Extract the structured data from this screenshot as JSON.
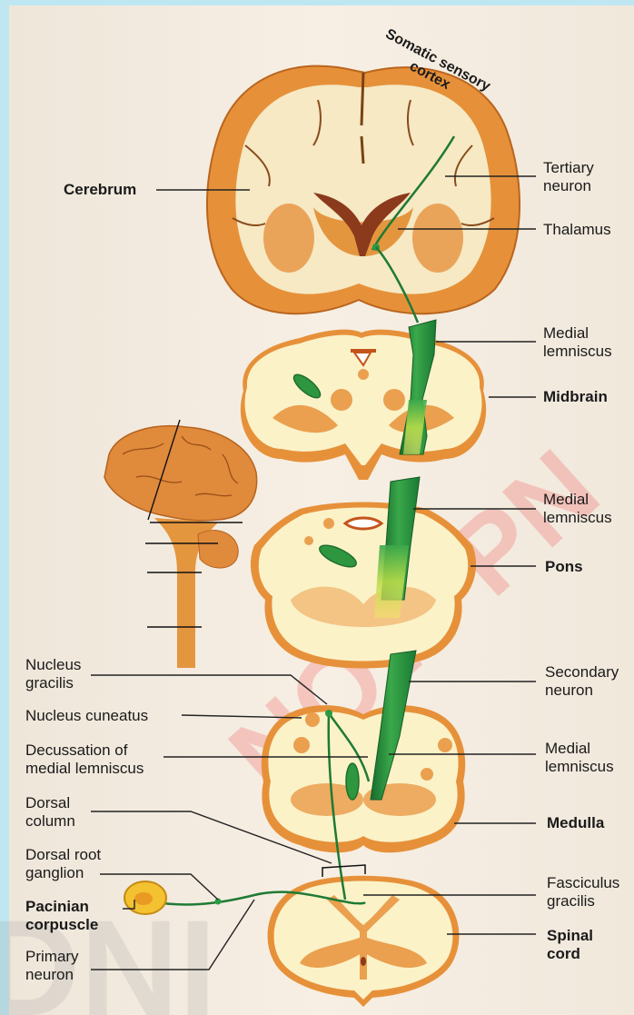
{
  "labels": {
    "somatic_sensory_cortex": "Somatic sensory\ncortex",
    "cerebrum": "Cerebrum",
    "tertiary_neuron": "Tertiary\nneuron",
    "thalamus": "Thalamus",
    "medial_lemniscus_1": "Medial\nlemniscus",
    "midbrain": "Midbrain",
    "medial_lemniscus_2": "Medial\nlemniscus",
    "pons": "Pons",
    "secondary_neuron": "Secondary\nneuron",
    "medial_lemniscus_3": "Medial\nlemniscus",
    "medulla": "Medulla",
    "fasciculus_gracilis": "Fasciculus\ngracilis",
    "spinal_cord": "Spinal\ncord",
    "nucleus_gracilis": "Nucleus\ngracilis",
    "nucleus_cuneatus": "Nucleus cuneatus",
    "decussation": "Decussation of\nmedial lemniscus",
    "dorsal_column": "Dorsal\ncolumn",
    "dorsal_root_ganglion": "Dorsal root\nganglion",
    "pacinian_corpuscle": "Pacinian\ncorpuscle",
    "primary_neuron": "Primary\nneuron"
  },
  "colors": {
    "background": "#f4ece1",
    "tissue_orange": "#e08a2e",
    "tissue_cream": "#faf3d2",
    "grey_matter": "#f0a050",
    "tract_green": "#1f8a3a",
    "tract_light": "#a8d84a",
    "label_line": "#222222"
  },
  "watermark": "NOW PN"
}
